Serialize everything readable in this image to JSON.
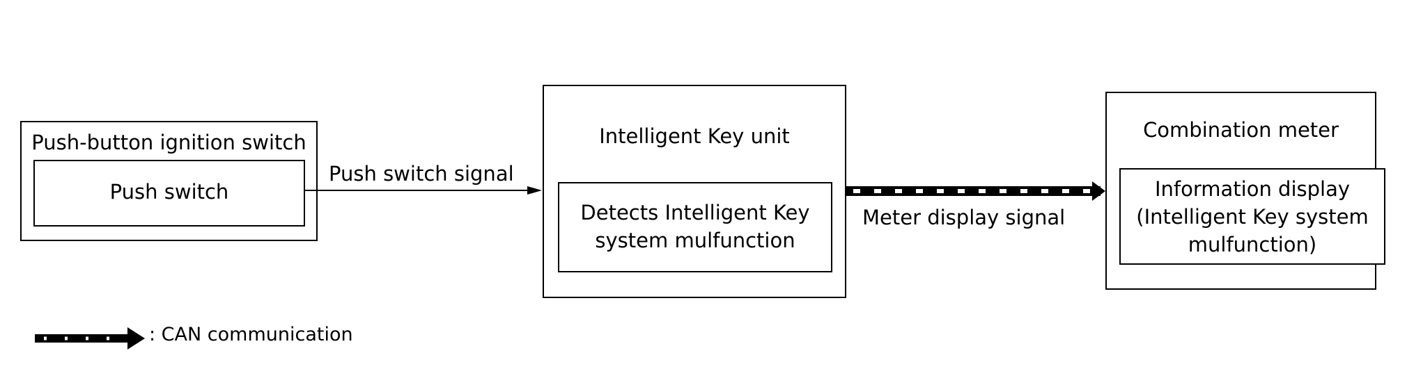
{
  "blocks": {
    "ignition": {
      "title": "Push-button ignition switch",
      "inner": "Push switch"
    },
    "ikey": {
      "title": "Intelligent Key unit",
      "inner": "Detects Intelligent Key\nsystem mulfunction"
    },
    "meter": {
      "title": "Combination meter",
      "inner": "Information display\n(Intelligent Key system\nmulfunction)"
    }
  },
  "signals": {
    "push_switch": "Push switch signal",
    "meter_display": "Meter display signal"
  },
  "legend": {
    "can_label": ": CAN communication"
  },
  "colors": {
    "line": "#000000",
    "background": "#ffffff"
  }
}
